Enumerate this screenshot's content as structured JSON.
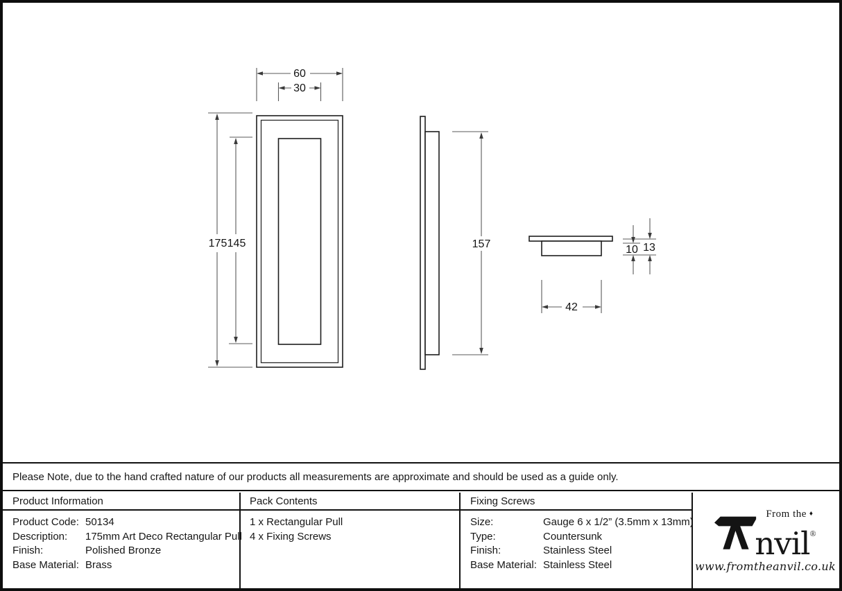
{
  "note": "Please Note, due to the hand crafted nature of our products all measurements are approximate and should be used as a guide only.",
  "drawing": {
    "front_view": {
      "overall_width": "60",
      "panel_width": "30",
      "overall_height": "175",
      "panel_height": "145"
    },
    "side_view": {
      "recess_height": "157"
    },
    "plan_view": {
      "recess_width": "42",
      "recess_depth": "10",
      "overall_depth": "13"
    }
  },
  "table": {
    "product_information": {
      "title": "Product Information",
      "rows": [
        {
          "label": "Product Code:",
          "value": "50134"
        },
        {
          "label": "Description:",
          "value": "175mm Art Deco Rectangular Pull"
        },
        {
          "label": "Finish:",
          "value": "Polished Bronze"
        },
        {
          "label": "Base Material:",
          "value": "Brass"
        }
      ]
    },
    "pack_contents": {
      "title": "Pack Contents",
      "items": [
        "1 x Rectangular Pull",
        "4 x Fixing Screws"
      ]
    },
    "fixing_screws": {
      "title": "Fixing Screws",
      "rows": [
        {
          "label": "Size:",
          "value": "Gauge 6 x 1/2” (3.5mm x 13mm)"
        },
        {
          "label": "Type:",
          "value": "Countersunk"
        },
        {
          "label": "Finish:",
          "value": "Stainless Steel"
        },
        {
          "label": "Base Material:",
          "value": "Stainless Steel"
        }
      ]
    }
  },
  "logo": {
    "tagline": "From the",
    "diamond": "♦",
    "name_suffix": "nvil",
    "registered": "®",
    "website": "www.fromtheanvil.co.uk"
  }
}
